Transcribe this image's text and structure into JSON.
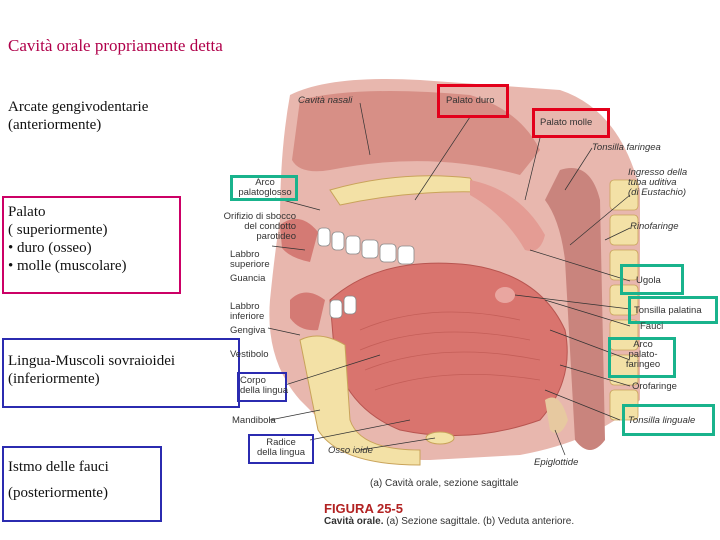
{
  "heading": "Cavità orale propriamente detta",
  "text_blocks": {
    "arcate_line1": "Arcate gengivodentarie",
    "arcate_line2": "(anteriormente)",
    "palato_line1": "Palato",
    "palato_line2": "( superiormente)",
    "palato_line3": "• duro (osseo)",
    "palato_line4": "• molle (muscolare)",
    "lingua_line1": "Lingua-Muscoli sovraioidei",
    "lingua_line2": "(inferiormente)",
    "istmo_line1": "Istmo delle fauci",
    "istmo_line2": "(posteriormente)"
  },
  "colors": {
    "heading": "#b0004a",
    "pink_box": "#cc0066",
    "red_box": "#e3001b",
    "green_box": "#19b38c",
    "blue_box": "#2b2bb0"
  },
  "labels": {
    "cavita_nasali": "Cavità nasali",
    "palato_duro": "Palato duro",
    "palato_molle": "Palato molle",
    "tonsilla_faringea": "Tonsilla faringea",
    "ingresso_1": "Ingresso della",
    "ingresso_2": "tuba uditiva",
    "ingresso_3": "(di Eustachio)",
    "rinofaringe": "Rinofaringe",
    "arco_pg_1": "Arco",
    "arco_pg_2": "palatoglosso",
    "orifizio_1": "Orifizio di sbocco",
    "orifizio_2": "del condotto",
    "orifizio_3": "parotideo",
    "labbro_sup_1": "Labbro",
    "labbro_sup_2": "superiore",
    "guancia": "Guancia",
    "ugola": "Ugola",
    "tonsilla_palatina": "Tonsilla palatina",
    "fauci": "Fauci",
    "labbro_inf_1": "Labbro",
    "labbro_inf_2": "inferiore",
    "gengiva": "Gengiva",
    "vestibolo": "Vestibolo",
    "arco_pf_1": "Arco",
    "arco_pf_2": "palato-",
    "arco_pf_3": "faringeo",
    "orofaringe": "Orofaringe",
    "corpo_1": "Corpo",
    "corpo_2": "della lingua",
    "tonsilla_linguale": "Tonsilla linguale",
    "mandibola": "Mandibola",
    "radice_1": "Radice",
    "radice_2": "della lingua",
    "osso_ioide": "Osso ioide",
    "epiglottide": "Epiglottide",
    "caption_a": "(a)  Cavità orale, sezione sagittale"
  },
  "figure": {
    "number": "FIGURA 25-5",
    "caption_bold": "Cavità orale.",
    "caption_rest": "  (a) Sezione sagittale. (b) Veduta anteriore."
  }
}
